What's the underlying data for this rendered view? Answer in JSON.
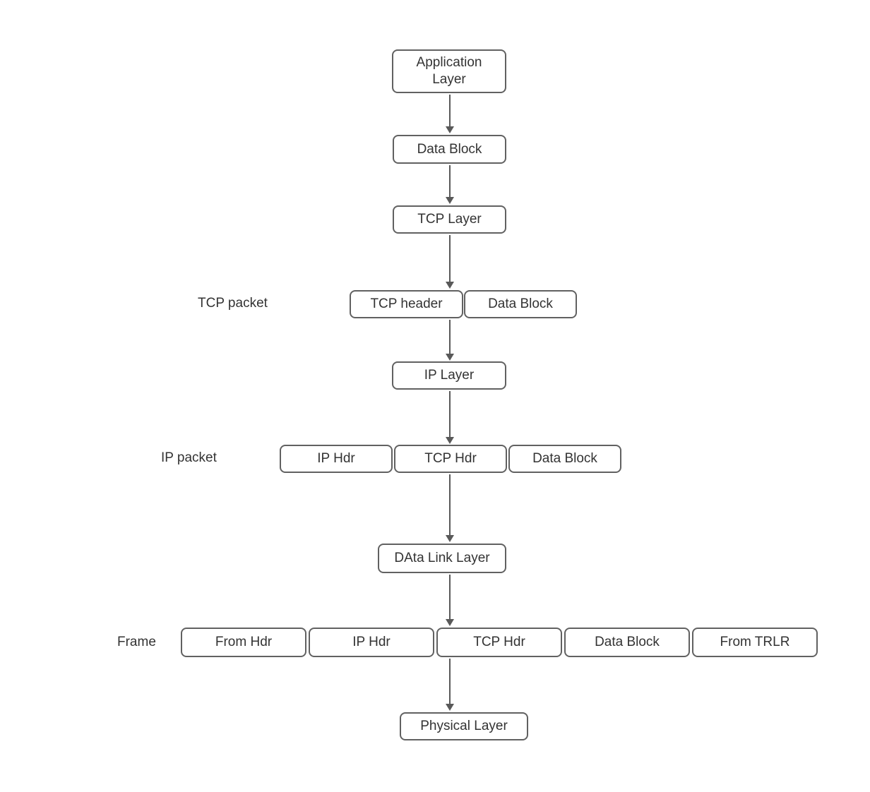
{
  "diagram": {
    "description": "TCP/IP encapsulation flow diagram",
    "nodes": {
      "application_layer": "Application Layer",
      "app_data_block": "Data Block",
      "tcp_layer": "TCP Layer",
      "ip_layer": "IP Layer",
      "data_link_layer": "DAta Link Layer",
      "physical_layer": "Physical Layer"
    },
    "rows": {
      "tcp_packet": {
        "label": "TCP packet",
        "boxes": [
          "TCP header",
          "Data Block"
        ]
      },
      "ip_packet": {
        "label": "IP packet",
        "boxes": [
          "IP Hdr",
          "TCP Hdr",
          "Data Block"
        ]
      },
      "frame": {
        "label": "Frame",
        "boxes": [
          "From Hdr",
          "IP Hdr",
          "TCP Hdr",
          "Data Block",
          "From TRLR"
        ]
      }
    },
    "colors": {
      "border": "#616161",
      "text": "#333333",
      "arrow": "#595959",
      "background": "#ffffff"
    }
  }
}
